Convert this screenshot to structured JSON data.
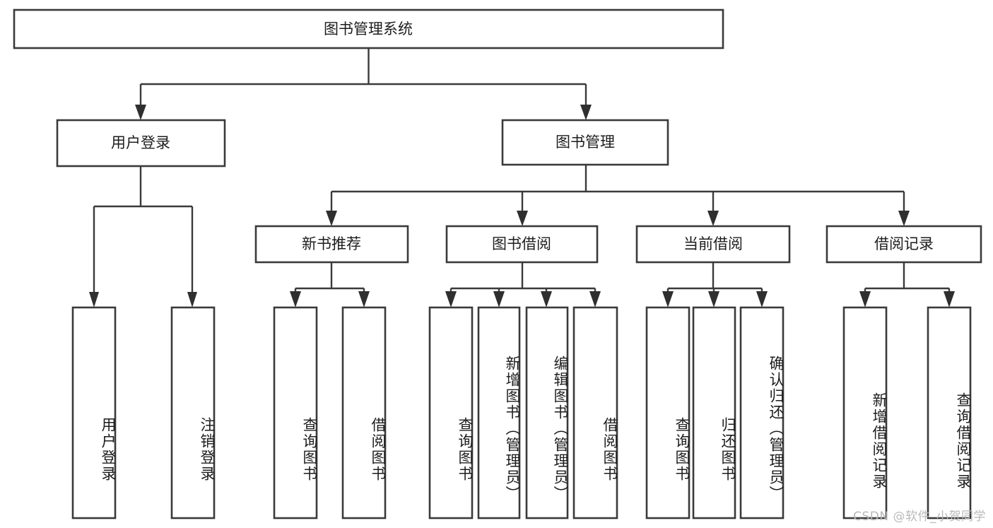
{
  "diagram": {
    "type": "tree-hierarchy",
    "title": "图书管理系统",
    "root": {
      "id": "root",
      "label": "图书管理系统",
      "orientation": "horizontal"
    },
    "level2": [
      {
        "id": "user-login",
        "label": "用户登录",
        "orientation": "horizontal"
      },
      {
        "id": "book-management",
        "label": "图书管理",
        "orientation": "horizontal"
      }
    ],
    "level3": [
      {
        "id": "new-book-recommend",
        "label": "新书推荐",
        "parent": "book-management",
        "orientation": "horizontal"
      },
      {
        "id": "book-borrow",
        "label": "图书借阅",
        "parent": "book-management",
        "orientation": "horizontal"
      },
      {
        "id": "current-borrow",
        "label": "当前借阅",
        "parent": "book-management",
        "orientation": "horizontal"
      },
      {
        "id": "borrow-record",
        "label": "借阅记录",
        "parent": "book-management",
        "orientation": "horizontal"
      }
    ],
    "leaves": [
      {
        "id": "leaf-user-login",
        "label": "用户登录",
        "parent": "user-login",
        "orientation": "vertical"
      },
      {
        "id": "leaf-logout-login",
        "label": "注销登录",
        "parent": "user-login",
        "orientation": "vertical"
      },
      {
        "id": "leaf-query-book-1",
        "label": "查询图书",
        "parent": "new-book-recommend",
        "orientation": "vertical"
      },
      {
        "id": "leaf-borrow-book-1",
        "label": "借阅图书",
        "parent": "new-book-recommend",
        "orientation": "vertical"
      },
      {
        "id": "leaf-query-book-2",
        "label": "查询图书",
        "parent": "book-borrow",
        "orientation": "vertical"
      },
      {
        "id": "leaf-add-book",
        "label": "新增图书（管理员）",
        "parent": "book-borrow",
        "orientation": "vertical"
      },
      {
        "id": "leaf-edit-book",
        "label": "编辑图书（管理员）",
        "parent": "book-borrow",
        "orientation": "vertical"
      },
      {
        "id": "leaf-borrow-book-2",
        "label": "借阅图书",
        "parent": "book-borrow",
        "orientation": "vertical"
      },
      {
        "id": "leaf-query-book-3",
        "label": "查询图书",
        "parent": "current-borrow",
        "orientation": "vertical"
      },
      {
        "id": "leaf-return-book",
        "label": "归还图书",
        "parent": "current-borrow",
        "orientation": "vertical"
      },
      {
        "id": "leaf-confirm-return",
        "label": "确认归还（管理员）",
        "parent": "current-borrow",
        "orientation": "vertical"
      },
      {
        "id": "leaf-add-record",
        "label": "新增借阅记录",
        "parent": "borrow-record",
        "orientation": "vertical"
      },
      {
        "id": "leaf-query-record",
        "label": "查询借阅记录",
        "parent": "borrow-record",
        "orientation": "vertical"
      }
    ],
    "colors": {
      "background": "#ffffff",
      "box_fill": "#ffffff",
      "box_stroke": "#3a3a3a",
      "text": "#1d1d1d",
      "connector": "#3a3a3a",
      "watermark": "#b9b9b9"
    }
  },
  "watermark": {
    "text": "CSDN @软件_小贺同学"
  }
}
